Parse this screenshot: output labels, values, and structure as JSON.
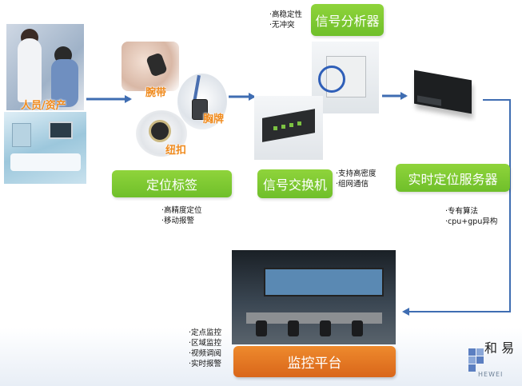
{
  "photos": {
    "staff_caption": "人员/资产",
    "wristband_caption": "腕带",
    "badge_caption": "胸牌",
    "button_caption": "纽扣"
  },
  "labels": {
    "tag": "定位标签",
    "analyzer": "信号分析器",
    "switch": "信号交换机",
    "server": "实时定位服务器",
    "platform": "监控平台"
  },
  "notes": {
    "tag": [
      "高精度定位",
      "移动报警"
    ],
    "analyzer": [
      "高稳定性",
      "无冲突"
    ],
    "switch": [
      "支持高密度",
      "组网通信"
    ],
    "server": [
      "专有算法",
      "cpu+gpu异构"
    ],
    "platform": [
      "定点监控",
      "区域监控",
      "视频调阅",
      "实时报警"
    ]
  },
  "logo": {
    "calligraphy": "和 易",
    "brand": "HEWEI"
  },
  "colors": {
    "green": "#7cc242",
    "orange": "#e2742a",
    "arrow": "#3f6db2"
  }
}
